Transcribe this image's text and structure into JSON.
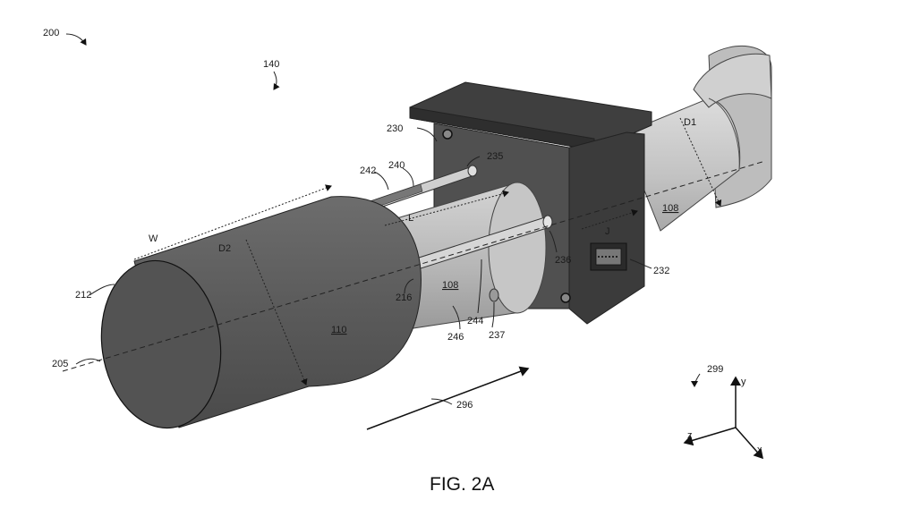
{
  "figure": {
    "caption": "FIG. 2A",
    "labels": {
      "ref_200": "200",
      "ref_140": "140",
      "ref_230": "230",
      "ref_235": "235",
      "ref_242": "242",
      "ref_240": "240",
      "ref_W": "W",
      "ref_D2": "D2",
      "ref_L": "L",
      "ref_212": "212",
      "ref_216": "216",
      "ref_108_mid": "108",
      "ref_110": "110",
      "ref_205": "205",
      "ref_246": "246",
      "ref_244": "244",
      "ref_237": "237",
      "ref_236": "236",
      "ref_J": "J",
      "ref_232": "232",
      "ref_108_right": "108",
      "ref_D1": "D1",
      "ref_296": "296",
      "ref_299": "299",
      "axis_y": "y",
      "axis_z": "z",
      "axis_x": "x"
    }
  },
  "colors": {
    "dark_cylinder": "#5e5e5e",
    "light_cylinder": "#b9b9b9",
    "flange": "#4a4a4a",
    "pipe": "#c8c8c8"
  }
}
